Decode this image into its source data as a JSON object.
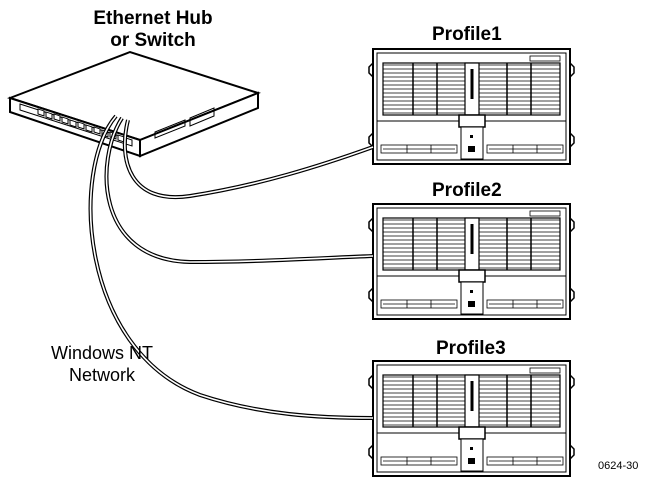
{
  "labels": {
    "hub_line1": "Ethernet Hub",
    "hub_line2": "or Switch",
    "profile1": "Profile1",
    "profile2": "Profile2",
    "profile3": "Profile3",
    "network_line1": "Windows NT",
    "network_line2": "Network",
    "figure_id": "0624-30"
  },
  "icons": {
    "hub": "ethernet-hub-icon",
    "server": "profile-server-icon",
    "cable": "network-cable"
  }
}
